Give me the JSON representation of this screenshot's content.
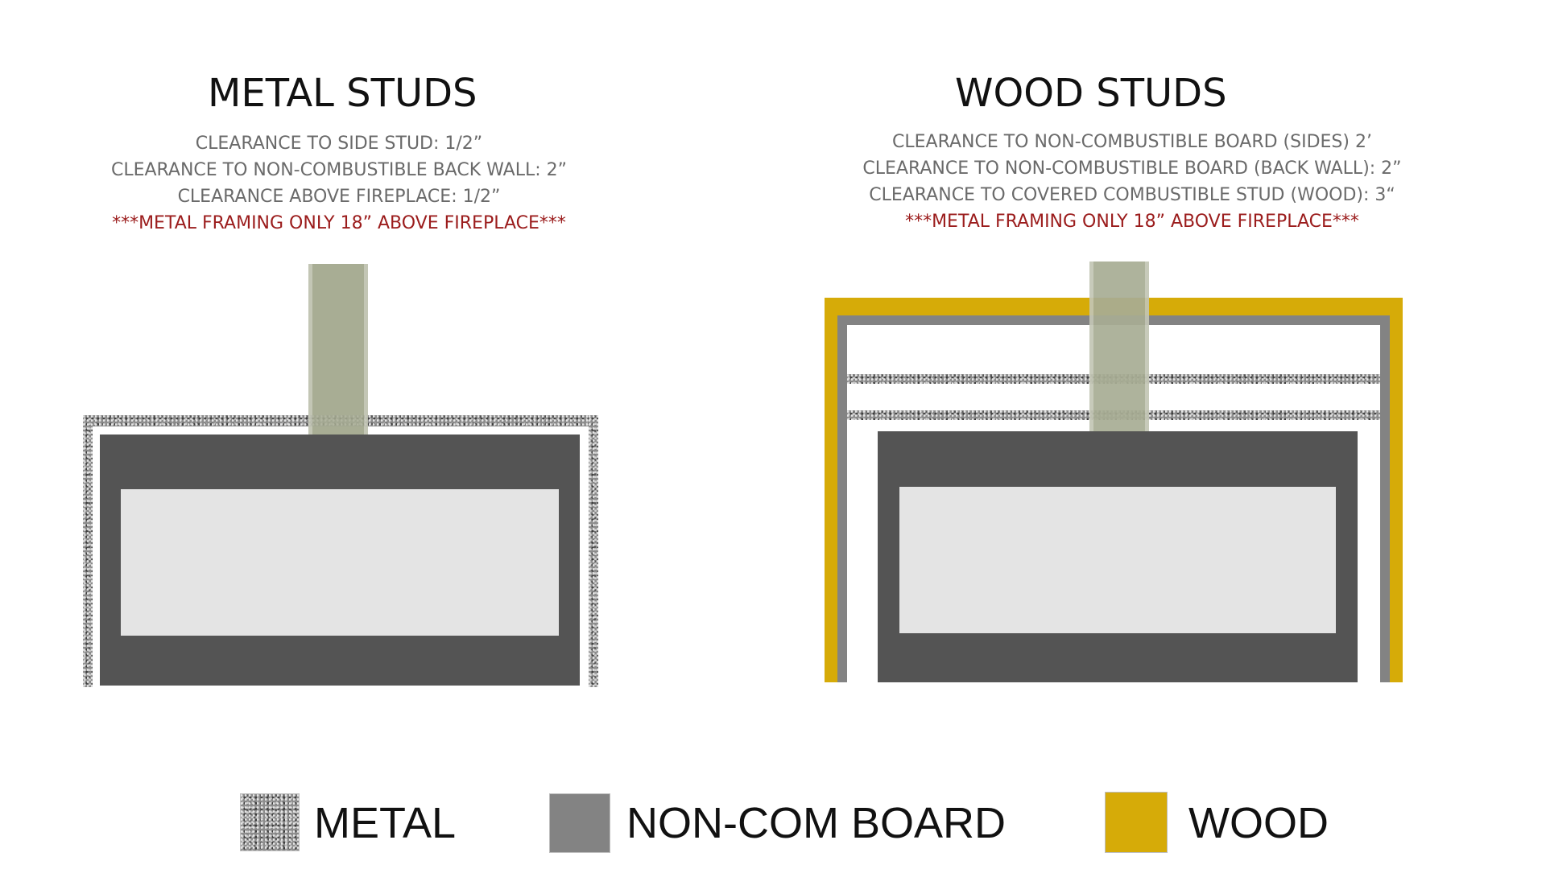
{
  "metal_panel": {
    "title": "METAL STUDS",
    "notes": [
      "CLEARANCE TO SIDE STUD: 1/2”",
      "CLEARANCE TO NON-COMBUSTIBLE BACK WALL: 2”",
      "CLEARANCE ABOVE FIREPLACE: 1/2”"
    ],
    "warning": "***METAL FRAMING ONLY 18” ABOVE FIREPLACE***"
  },
  "wood_panel": {
    "title": "WOOD STUDS",
    "notes": [
      "CLEARANCE TO NON-COMBUSTIBLE BOARD (SIDES) 2’",
      "CLEARANCE TO NON-COMBUSTIBLE BOARD (BACK WALL): 2”",
      "CLEARANCE TO COVERED COMBUSTIBLE STUD (WOOD): 3“"
    ],
    "warning": "***METAL FRAMING ONLY 18” ABOVE FIREPLACE***"
  },
  "legend": [
    {
      "label": "METAL",
      "material": "metal",
      "color": "#8c8c8c"
    },
    {
      "label": "NON-COM BOARD",
      "material": "non-combustible board",
      "color": "#838383"
    },
    {
      "label": "WOOD",
      "material": "wood",
      "color": "#d6ab08"
    }
  ],
  "colors": {
    "firebox_frame": "#545454",
    "firebox_glass": "#e4e4e4",
    "stud": "#a8ad94",
    "warning_text": "#9b1c1c",
    "note_text": "#6a6a6a"
  }
}
